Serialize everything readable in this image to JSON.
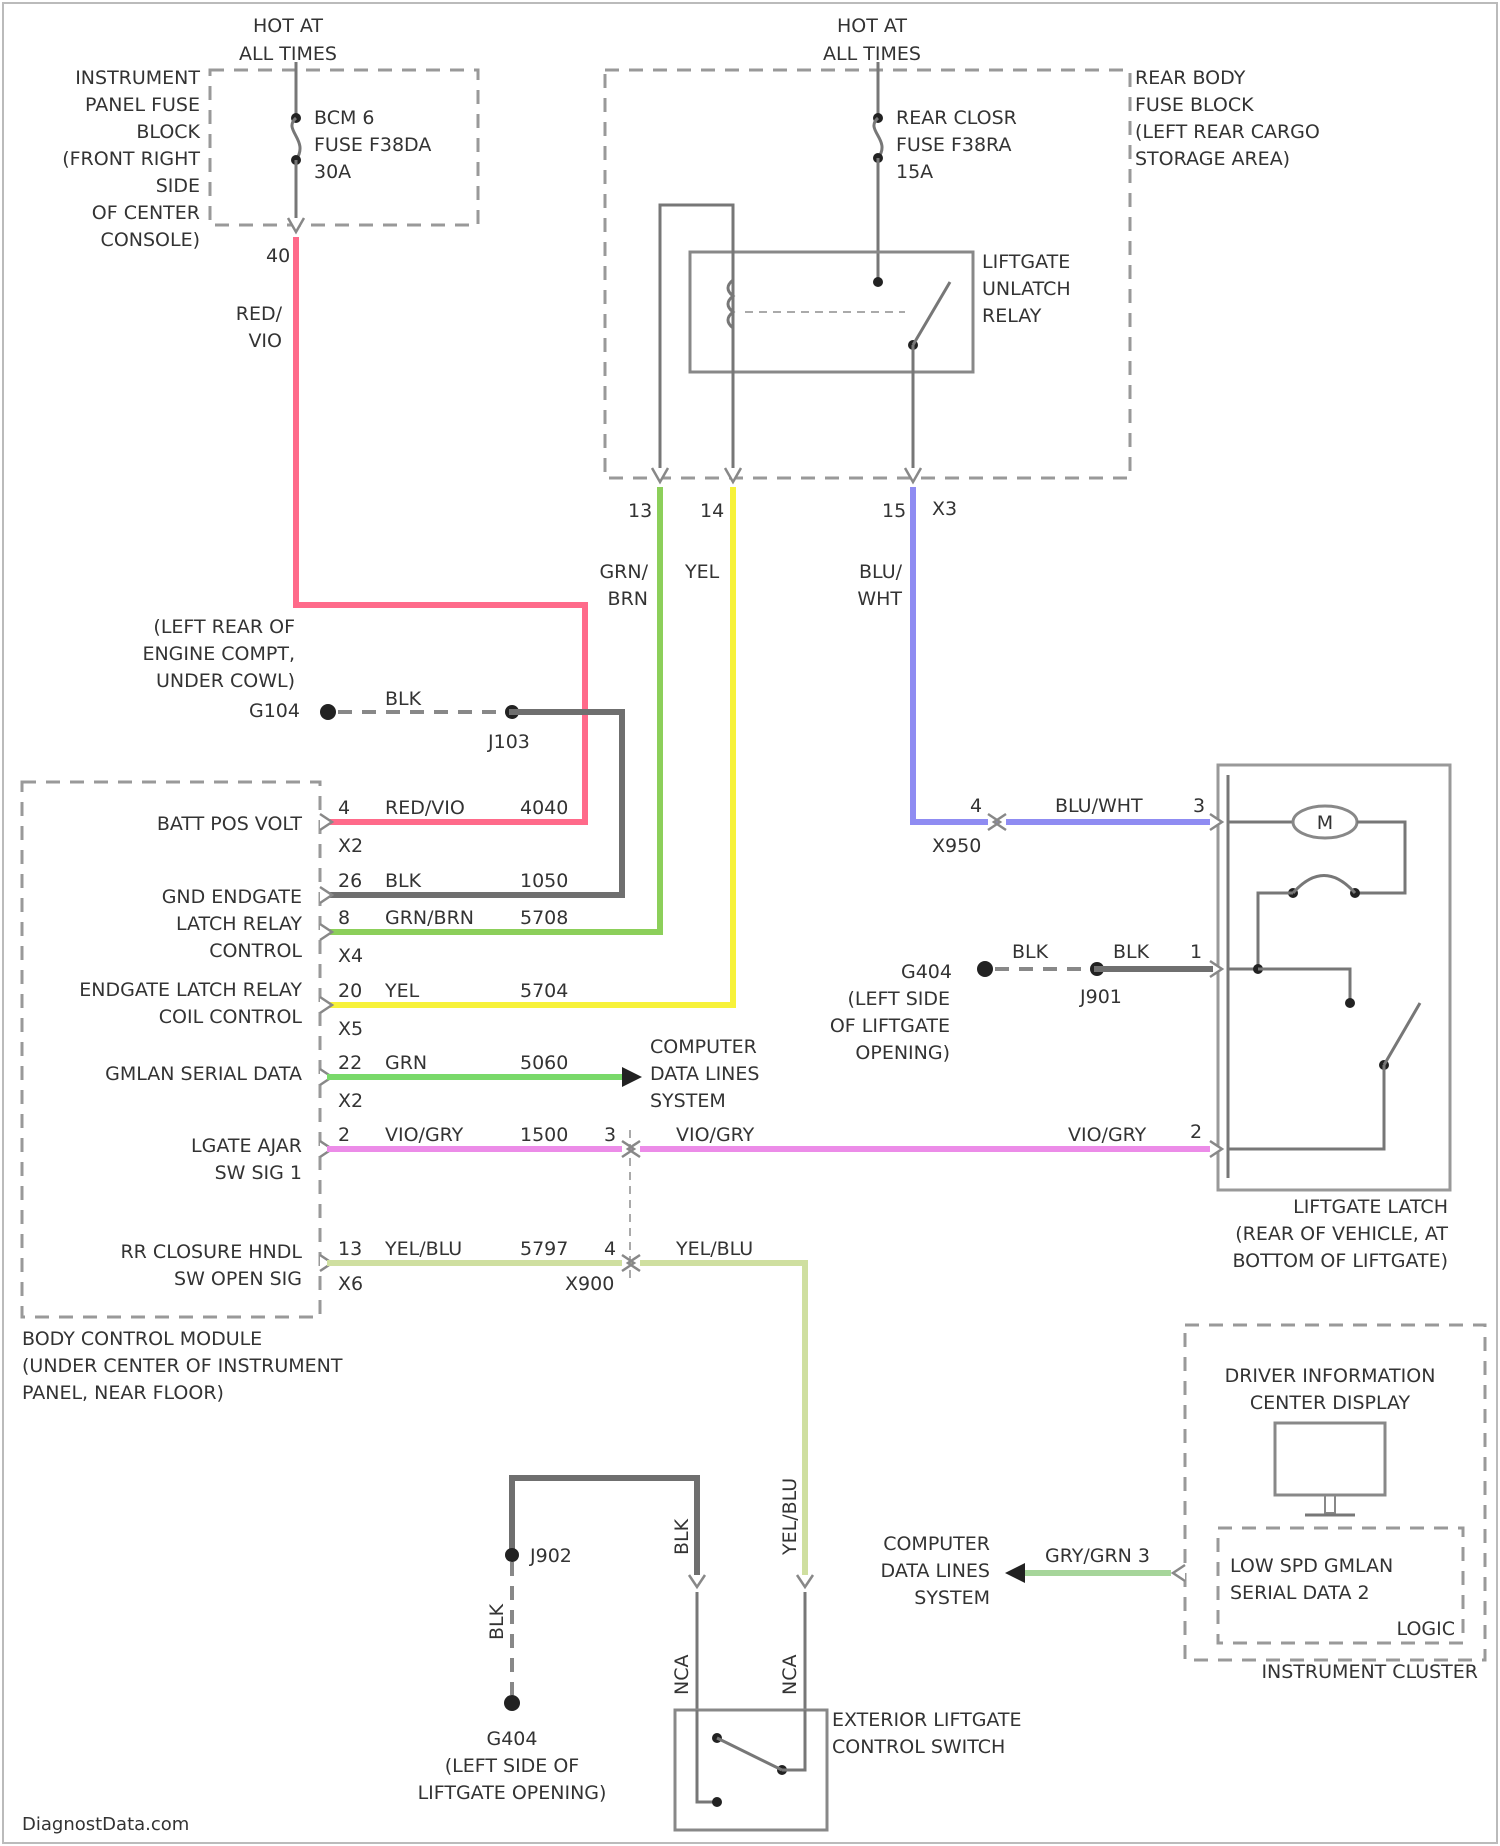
{
  "colors": {
    "red_vio": "#ff6a8a",
    "grn_brn": "#8ccf5a",
    "yel": "#f7f23a",
    "blu_wht": "#8f8cf2",
    "vio_gry": "#ec8ce8",
    "yel_blu": "#cfdfa0",
    "grn": "#79d96a",
    "gry_grn": "#a6d59a",
    "blk": "#6f6f6f",
    "frame": "#999999"
  },
  "labels": {
    "hot1_a": "HOT AT",
    "hot1_b": "ALL TIMES",
    "hot2_a": "HOT AT",
    "hot2_b": "ALL TIMES",
    "ipfb_1": "INSTRUMENT",
    "ipfb_2": "PANEL FUSE",
    "ipfb_3": "BLOCK",
    "ipfb_4": "(FRONT RIGHT",
    "ipfb_5": "SIDE",
    "ipfb_6": "OF CENTER",
    "ipfb_7": "CONSOLE)",
    "fuse1_1": "BCM 6",
    "fuse1_2": "FUSE F38DA",
    "fuse1_3": "30A",
    "pin40": "40",
    "wire_red": "RED/",
    "wire_vio": "VIO",
    "rbfb_1": "REAR BODY",
    "rbfb_2": "FUSE BLOCK",
    "rbfb_3": "(LEFT REAR CARGO",
    "rbfb_4": "STORAGE AREA)",
    "fuse2_1": "REAR CLOSR",
    "fuse2_2": "FUSE F38RA",
    "fuse2_3": "15A",
    "relay_1": "LIFTGATE",
    "relay_2": "UNLATCH",
    "relay_3": "RELAY",
    "pin13": "13",
    "pin14": "14",
    "pin15": "15",
    "x3": "X3",
    "w_grn": "GRN/",
    "w_brn": "BRN",
    "w_yel": "YEL",
    "w_blu": "BLU/",
    "w_wht": "WHT",
    "g_1": "(LEFT REAR OF",
    "g_2": "ENGINE COMPT,",
    "g_3": "UNDER COWL)",
    "g104": "G104",
    "blk_top": "BLK",
    "j103": "J103",
    "bcm_batt": "BATT POS VOLT",
    "bcm_gnd_1": "GND ENDGATE",
    "bcm_gnd_2": "LATCH RELAY",
    "bcm_gnd_3": "CONTROL",
    "bcm_coil_1": "ENDGATE LATCH RELAY",
    "bcm_coil_2": "COIL CONTROL",
    "bcm_gmlan": "GMLAN SERIAL DATA",
    "bcm_lgate_1": "LGATE AJAR",
    "bcm_lgate_2": "SW SIG 1",
    "bcm_rr_1": "RR CLOSURE HNDL",
    "bcm_rr_2": "SW OPEN SIG",
    "bcm_name_1": "BODY CONTROL MODULE",
    "bcm_name_2": "(UNDER CENTER OF INSTRUMENT",
    "bcm_name_3": "PANEL, NEAR FLOOR)",
    "r1_pin": "4",
    "r1_wire": "RED/VIO",
    "r1_ckt": "4040",
    "r1_conn": "X2",
    "r2_pin": "26",
    "r2_wire": "BLK",
    "r2_ckt": "1050",
    "r3_pin": "8",
    "r3_wire": "GRN/BRN",
    "r3_ckt": "5708",
    "r3_conn": "X4",
    "r4_pin": "20",
    "r4_wire": "YEL",
    "r4_ckt": "5704",
    "r4_conn": "X5",
    "r5_pin": "22",
    "r5_wire": "GRN",
    "r5_ckt": "5060",
    "r5_conn": "X2",
    "r6_pin": "2",
    "r6_wire": "VIO/GRY",
    "r6_ckt": "1500",
    "r7_pin": "13",
    "r7_wire": "YEL/BLU",
    "r7_ckt": "5797",
    "r7_conn": "X6",
    "cdl1_1": "COMPUTER",
    "cdl1_2": "DATA LINES",
    "cdl1_3": "SYSTEM",
    "x900_pin_a": "3",
    "x900_wire_a": "VIO/GRY",
    "x900_pin_b": "4",
    "x900_wire_b": "YEL/BLU",
    "x900": "X900",
    "blu_pin": "4",
    "blu_wire": "BLU/WHT",
    "latch_pin3": "3",
    "x950": "X950",
    "g404": "G404",
    "blk_mid": "BLK",
    "blk_mid2": "BLK",
    "j901": "J901",
    "latch_pin1": "1",
    "g404_1": "(LEFT SIDE",
    "g404_2": "OF LIFTGATE",
    "g404_3": "OPENING)",
    "vio_right": "VIO/GRY",
    "latch_pin2": "2",
    "latch_1": "LIFTGATE LATCH",
    "latch_2": "(REAR OF VEHICLE, AT",
    "latch_3": "BOTTOM OF LIFTGATE)",
    "dic_1": "DRIVER INFORMATION",
    "dic_2": "CENTER DISPLAY",
    "lowspd_1": "LOW SPD GMLAN",
    "lowspd_2": "SERIAL DATA 2",
    "logic": "LOGIC",
    "ic": "INSTRUMENT CLUSTER",
    "cdl2_1": "COMPUTER",
    "cdl2_2": "DATA LINES",
    "cdl2_3": "SYSTEM",
    "gry_grn": "GRY/GRN 3",
    "j902": "J902",
    "blk_vert": "BLK",
    "blk_vert2": "BLK",
    "yelblu_vert": "YEL/BLU",
    "pin_nca1": "NCA",
    "pin_nca2": "NCA",
    "g404b_1": "G404",
    "g404b_2": "(LEFT SIDE OF",
    "g404b_3": "LIFTGATE OPENING)",
    "sw_1": "EXTERIOR LIFTGATE",
    "sw_2": "CONTROL SWITCH",
    "footer": "DiagnostData.com"
  }
}
